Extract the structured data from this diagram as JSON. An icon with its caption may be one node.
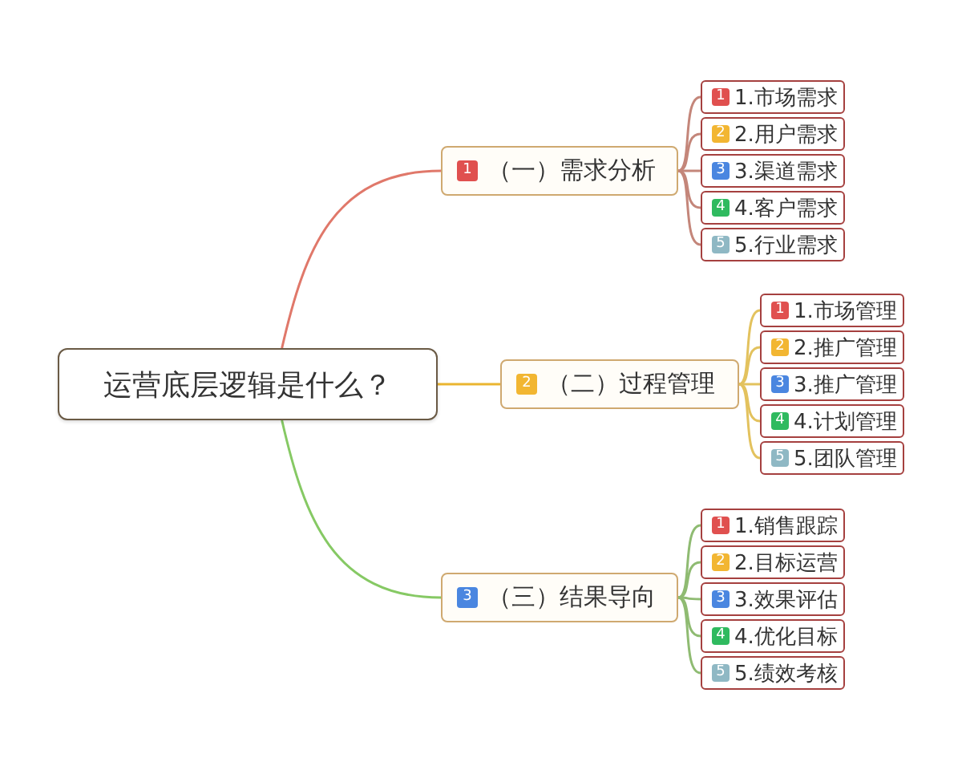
{
  "diagram": {
    "nodes": [
      {
        "text": [
          "运营底层逻辑是什么？"
        ]
      },
      {
        "text": [
          "1",
          "（一）需求分析"
        ]
      },
      {
        "text": [
          "1",
          "1.市场需求"
        ]
      },
      {
        "text": [
          "2",
          "2.用户需求"
        ]
      },
      {
        "text": [
          "3",
          "3.渠道需求"
        ]
      },
      {
        "text": [
          "4",
          "4.客户需求"
        ]
      },
      {
        "text": [
          "5",
          "5.行业需求"
        ]
      },
      {
        "text": [
          "2",
          "（二）过程管理"
        ]
      },
      {
        "text": [
          "1",
          "1.市场管理"
        ]
      },
      {
        "text": [
          "2",
          "2.推广管理"
        ]
      },
      {
        "text": [
          "3",
          "3.推广管理"
        ]
      },
      {
        "text": [
          "4",
          "4.计划管理"
        ]
      },
      {
        "text": [
          "5",
          "5.团队管理"
        ]
      },
      {
        "text": [
          "3",
          "（三）结果导向"
        ]
      },
      {
        "text": [
          "1",
          "1.销售跟踪"
        ]
      },
      {
        "text": [
          "2",
          "2.目标运营"
        ]
      },
      {
        "text": [
          "3",
          "3.效果评估"
        ]
      },
      {
        "text": [
          "4",
          "4.优化目标"
        ]
      },
      {
        "text": [
          "5",
          "5.绩效考核"
        ]
      }
    ],
    "edges": [
      {
        "from": 0,
        "to": 1,
        "arrow": "none",
        "color": "#e0786a"
      },
      {
        "from": 1,
        "to": 2,
        "arrow": "none",
        "color": "#c4867a"
      },
      {
        "from": 1,
        "to": 3,
        "arrow": "none",
        "color": "#c4867a"
      },
      {
        "from": 1,
        "to": 4,
        "arrow": "none",
        "color": "#c4867a"
      },
      {
        "from": 1,
        "to": 5,
        "arrow": "none",
        "color": "#c4867a"
      },
      {
        "from": 1,
        "to": 6,
        "arrow": "none",
        "color": "#c4867a"
      },
      {
        "from": 0,
        "to": 7,
        "arrow": "none",
        "color": "#eab530"
      },
      {
        "from": 7,
        "to": 8,
        "arrow": "none",
        "color": "#e3c25e"
      },
      {
        "from": 7,
        "to": 9,
        "arrow": "none",
        "color": "#e3c25e"
      },
      {
        "from": 7,
        "to": 10,
        "arrow": "none",
        "color": "#e3c25e"
      },
      {
        "from": 7,
        "to": 11,
        "arrow": "none",
        "color": "#e3c25e"
      },
      {
        "from": 7,
        "to": 12,
        "arrow": "none",
        "color": "#e3c25e"
      },
      {
        "from": 0,
        "to": 13,
        "arrow": "none",
        "color": "#86c964"
      },
      {
        "from": 13,
        "to": 14,
        "arrow": "none",
        "color": "#8fbb72"
      },
      {
        "from": 13,
        "to": 15,
        "arrow": "none",
        "color": "#8fbb72"
      },
      {
        "from": 13,
        "to": 16,
        "arrow": "none",
        "color": "#8fbb72"
      },
      {
        "from": 13,
        "to": 17,
        "arrow": "none",
        "color": "#8fbb72"
      },
      {
        "from": 13,
        "to": 18,
        "arrow": "none",
        "color": "#8fbb72"
      }
    ]
  }
}
